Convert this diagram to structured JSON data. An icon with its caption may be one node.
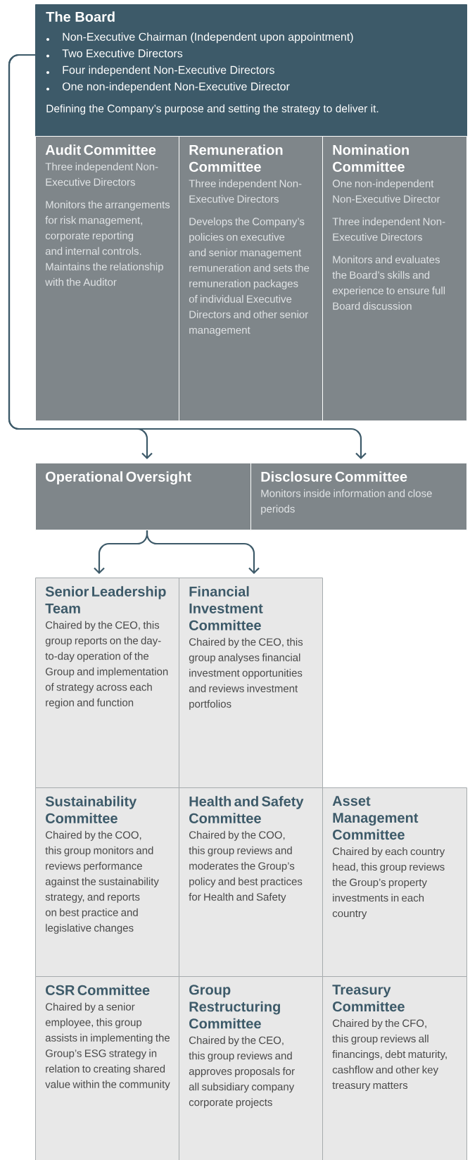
{
  "diagram": {
    "nodes": [
      {
        "text": [
          "The Board",
          "Non-Executive Chairman (Independent upon appointment)",
          "Two Executive Directors",
          "Four independent Non-Executive Directors",
          "One non-independent Non-Executive Director",
          "Defining the Company’s purpose and setting the strategy to deliver it."
        ]
      },
      {
        "text": [
          "Audit Committee",
          "Three independent Non-Executive Directors",
          "Monitors the arrangements for risk management, corporate reporting and internal controls. Maintains the relationship with the Auditor"
        ]
      },
      {
        "text": [
          "Remuneration Committee",
          "Three independent Non-Executive Directors",
          "Develops the Company’s policies on executive and senior management remuneration and sets the remuneration packages of individual Executive Directors and other senior management"
        ]
      },
      {
        "text": [
          "Nomination Committee",
          "One non-independent Non-Executive Director",
          "Three independent Non-Executive Directors",
          "Monitors and evaluates the Board’s skills and experience to ensure full Board discussion"
        ]
      },
      {
        "text": [
          "Operational Oversight"
        ]
      },
      {
        "text": [
          "Disclosure Committee",
          "Monitors inside information and close periods"
        ]
      },
      {
        "text": [
          "Senior Leadership Team",
          "Chaired by the CEO, this group reports on the day-to-day operation of the Group and implementation of strategy across each region and function"
        ]
      },
      {
        "text": [
          "Financial Investment Committee",
          "Chaired by the CEO, this group analyses financial investment opportunities and reviews investment portfolios"
        ]
      },
      {
        "text": [
          "Sustainability Committee",
          "Chaired by the COO, this group monitors and reviews performance against the sustainability strategy, and reports on best practice and legislative changes"
        ]
      },
      {
        "text": [
          "Health and Safety Committee",
          "Chaired by the COO, this group reviews and moderates the Group’s policy and best practices for Health and Safety"
        ]
      },
      {
        "text": [
          "Asset Management Committee",
          "Chaired by each country head, this group reviews the Group’s property investments in each country"
        ]
      },
      {
        "text": [
          "CSR Committee",
          "Chaired by a senior employee, this group assists in implementing the Group’s ESG strategy in relation to creating shared value within the community"
        ]
      },
      {
        "text": [
          "Group Restructuring Committee",
          "Chaired by the CEO, this group reviews and approves proposals for all subsidiary company corporate projects"
        ]
      },
      {
        "text": [
          "Treasury Committee",
          "Chaired by the CFO, this group reviews all financings, debt maturity, cashflow and other key treasury matters"
        ]
      }
    ],
    "edges": [
      {
        "from": 0,
        "to": 4,
        "arrow": "to"
      },
      {
        "from": 0,
        "to": 5,
        "arrow": "to"
      },
      {
        "from": 4,
        "to": 6,
        "arrow": "to"
      },
      {
        "from": 4,
        "to": 7,
        "arrow": "to"
      }
    ]
  }
}
